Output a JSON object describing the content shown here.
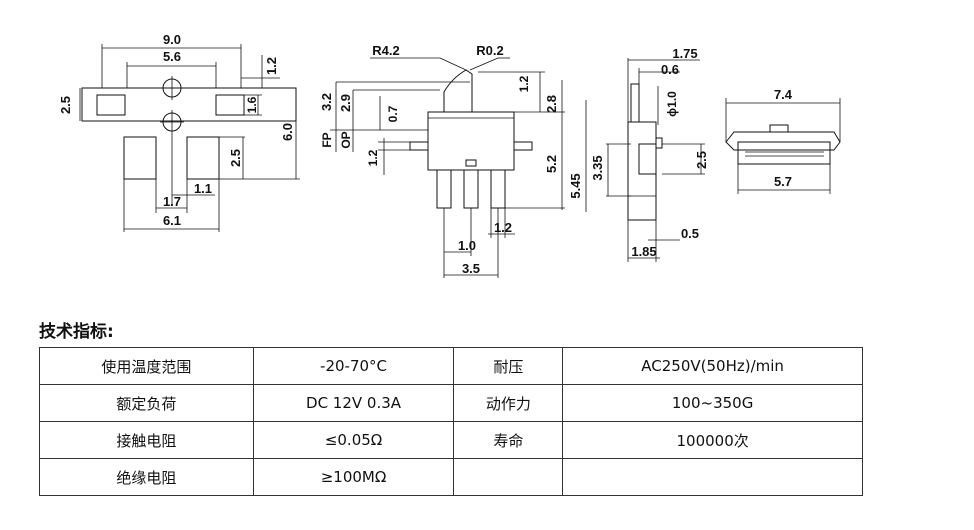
{
  "drawing": {
    "front_view": {
      "dim_9_0": "9.0",
      "dim_5_6": "5.6",
      "dim_1_2": "1.2",
      "dim_2_5_left": "2.5",
      "dim_1_6": "1.6",
      "dim_6_0": "6.0",
      "dim_2_5_right": "2.5",
      "dim_1_1": "1.1",
      "dim_1_7": "1.7",
      "dim_6_1": "6.1"
    },
    "side_view": {
      "dim_r4_2": "R4.2",
      "dim_r0_2": "R0.2",
      "dim_3_2": "3.2",
      "dim_2_9": "2.9",
      "dim_0_7": "0.7",
      "label_fp": "FP",
      "label_op": "OP",
      "dim_1_2_top": "1.2",
      "dim_2_8": "2.8",
      "dim_1_2_left": "1.2",
      "dim_5_2": "5.2",
      "dim_5_45": "5.45",
      "dim_1_0": "1.0",
      "dim_1_2_bottom": "1.2",
      "dim_3_5": "3.5"
    },
    "end_view": {
      "dim_1_75": "1.75",
      "dim_0_6": "0.6",
      "dim_phi_1_0": "ϕ1.0",
      "dim_3_35": "3.35",
      "dim_2_5": "2.5",
      "dim_0_5": "0.5",
      "dim_1_85": "1.85"
    },
    "top_view": {
      "dim_7_4": "7.4",
      "dim_5_7": "5.7"
    }
  },
  "section_title": "技术指标:",
  "specs": [
    [
      "使用温度范围",
      "-20-70°C",
      "耐压",
      "AC250V(50Hz)/min"
    ],
    [
      "额定负荷",
      "DC 12V 0.3A",
      "动作力",
      "100~350G"
    ],
    [
      "接触电阻",
      "≤0.05Ω",
      "寿命",
      "100000次"
    ],
    [
      "绝缘电阻",
      "≥100MΩ",
      "",
      ""
    ]
  ]
}
